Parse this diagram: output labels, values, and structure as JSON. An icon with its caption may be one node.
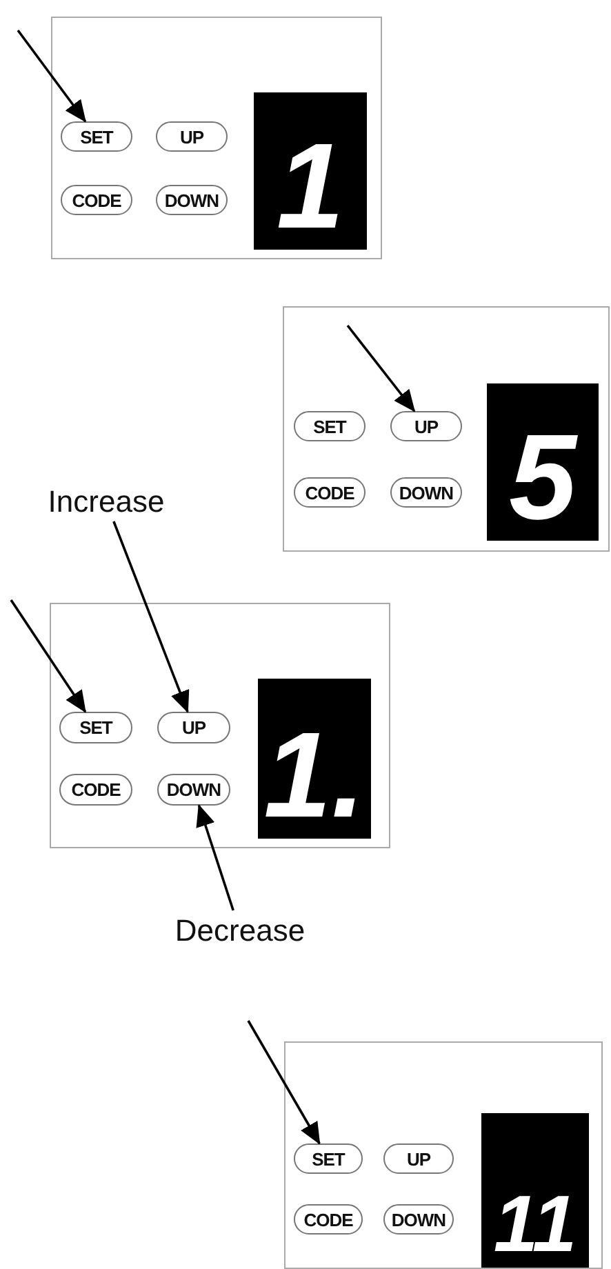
{
  "diagram": {
    "nodes": [
      {
        "text": [],
        "shape": "box"
      },
      {
        "text": [
          "SET"
        ],
        "in": 0
      },
      {
        "text": [
          "UP"
        ],
        "in": 0
      },
      {
        "text": [
          "CODE"
        ],
        "in": 0
      },
      {
        "text": [
          "DOWN"
        ],
        "in": 0
      },
      {
        "text": [
          "1"
        ],
        "in": 0
      },
      {
        "text": [],
        "shape": "box"
      },
      {
        "text": [
          "SET"
        ],
        "in": 6
      },
      {
        "text": [
          "UP"
        ],
        "in": 6
      },
      {
        "text": [
          "CODE"
        ],
        "in": 6
      },
      {
        "text": [
          "DOWN"
        ],
        "in": 6
      },
      {
        "text": [
          "5"
        ],
        "in": 6
      },
      {
        "text": [
          "Increase"
        ]
      },
      {
        "text": [],
        "shape": "box"
      },
      {
        "text": [
          "SET"
        ],
        "in": 13
      },
      {
        "text": [
          "UP"
        ],
        "in": 13
      },
      {
        "text": [
          "CODE"
        ],
        "in": 13
      },
      {
        "text": [
          "DOWN"
        ],
        "in": 13
      },
      {
        "text": [
          "1."
        ],
        "in": 13
      },
      {
        "text": [
          "Decrease"
        ]
      },
      {
        "text": [],
        "shape": "box"
      },
      {
        "text": [
          "SET"
        ],
        "in": 20
      },
      {
        "text": [
          "UP"
        ],
        "in": 20
      },
      {
        "text": [
          "CODE"
        ],
        "in": 20
      },
      {
        "text": [
          "DOWN"
        ],
        "in": 20
      },
      {
        "text": [
          "11"
        ],
        "in": 20
      }
    ],
    "edges": [
      {
        "from": null,
        "to": 1,
        "arrow": "to"
      },
      {
        "from": null,
        "to": 8,
        "arrow": "to"
      },
      {
        "from": null,
        "to": 14,
        "arrow": "to"
      },
      {
        "from": 12,
        "to": 15,
        "arrow": "to"
      },
      {
        "from": 19,
        "to": 17,
        "arrow": "to"
      },
      {
        "from": null,
        "to": 21,
        "arrow": "to"
      }
    ]
  }
}
